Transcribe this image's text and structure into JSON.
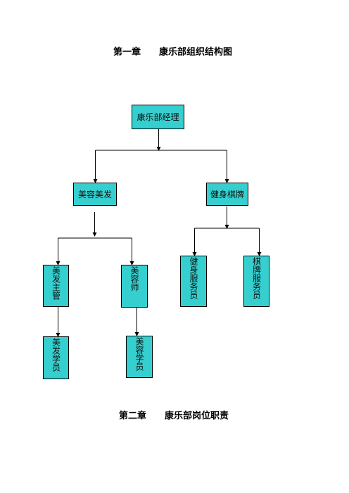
{
  "chapter1": {
    "number": "第一章",
    "title": "康乐部组织结构图"
  },
  "chapter2": {
    "number": "第二章",
    "title": "康乐部岗位职责"
  },
  "chart": {
    "root": "康乐部经理",
    "beauty": "美容美发",
    "fitness": "健身棋牌",
    "hair_supervisor": "美发主管",
    "beautician": "美容师",
    "fitness_attendant": "健身服务员",
    "chess_attendant": "棋牌服务员",
    "hair_trainee": "美发学员",
    "beauty_trainee": "美容学员"
  }
}
